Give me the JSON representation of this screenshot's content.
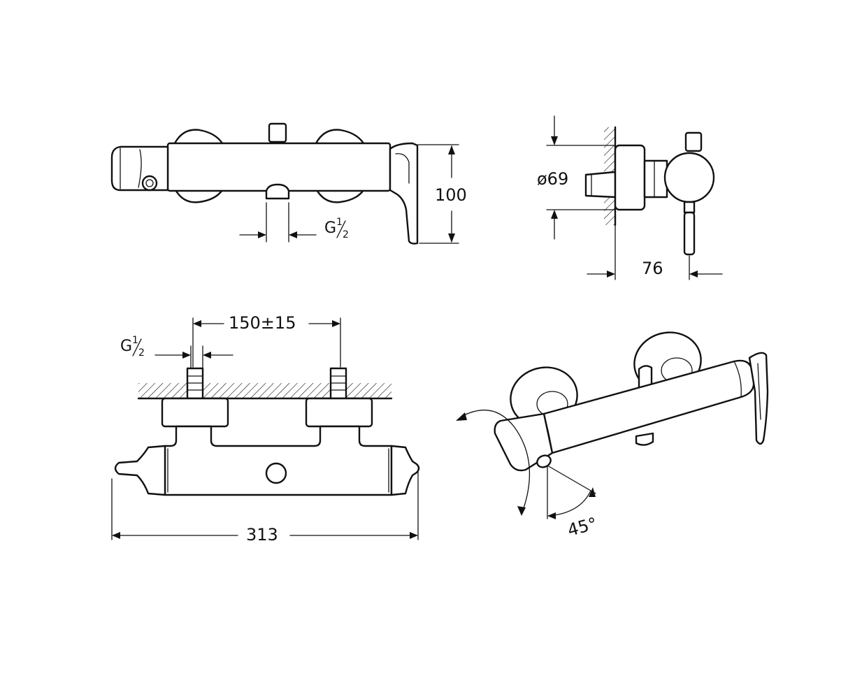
{
  "dimensions": {
    "height": "100",
    "diameter": "ø69",
    "depth": "76",
    "inlet_spacing": "150±15",
    "total_width": "313",
    "swivel_angle": "45°"
  },
  "threads": {
    "front_outlet": {
      "letter": "G",
      "num": "1",
      "den": "2"
    },
    "top_inlet": {
      "letter": "G",
      "num": "1",
      "den": "2"
    }
  },
  "colors": {
    "line": "#111111",
    "background": "#ffffff"
  }
}
